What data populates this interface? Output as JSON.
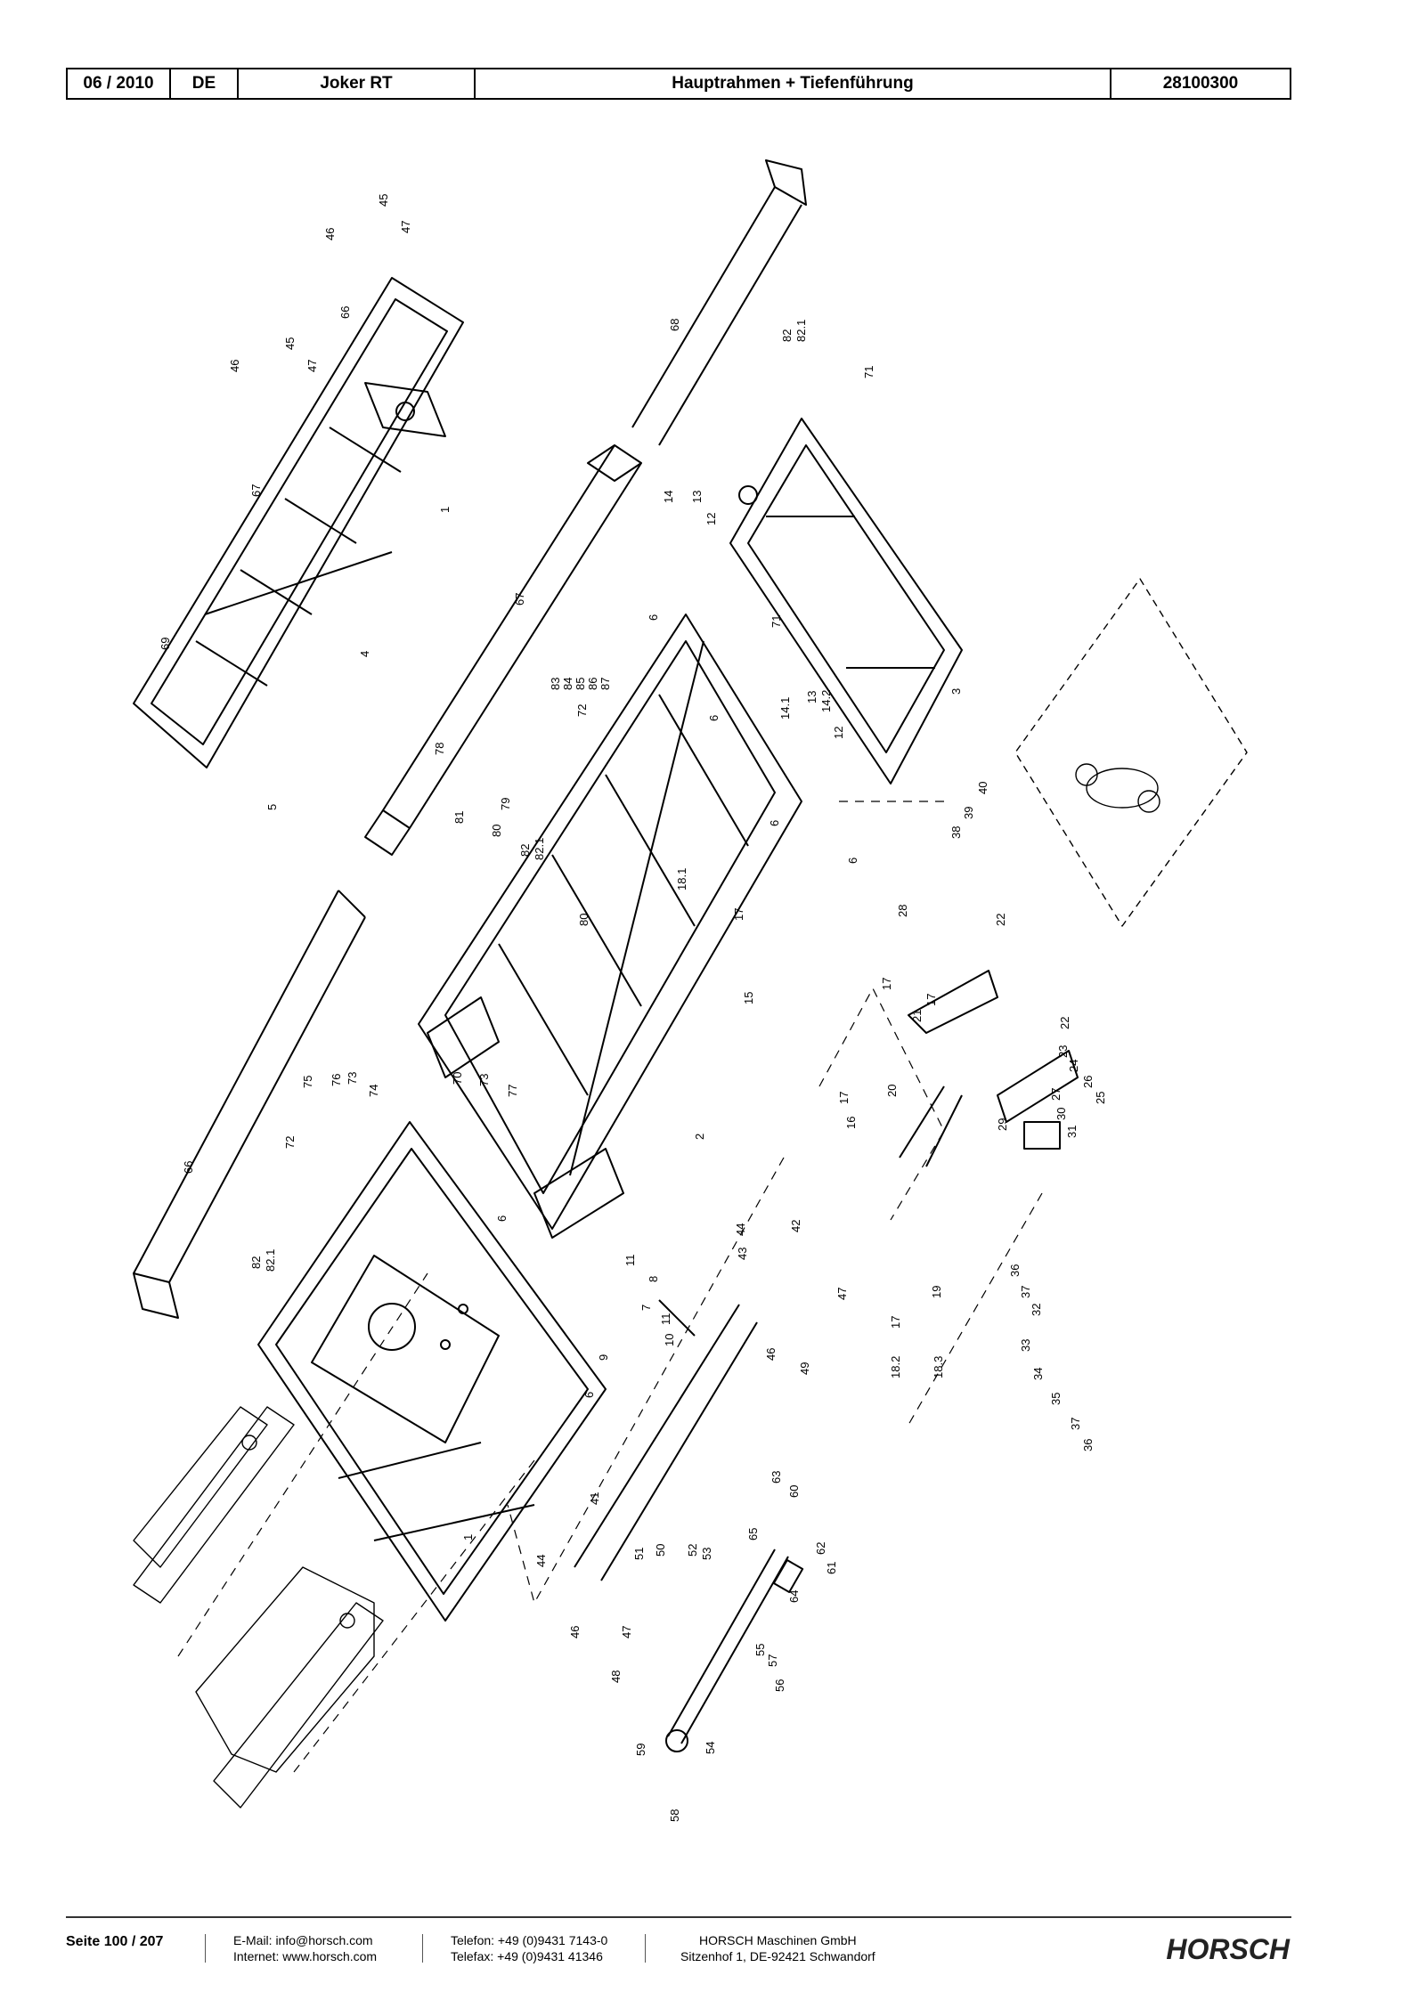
{
  "header": {
    "date": "06 / 2010",
    "lang": "DE",
    "model": "Joker RT",
    "title": "Hauptrahmen + Tiefenführung",
    "number": "28100300"
  },
  "labels": {
    "l45a": "45",
    "l46a": "46",
    "l47a": "47",
    "l66a": "66",
    "l45b": "45",
    "l46b": "46",
    "l47b": "47",
    "l67a": "67",
    "l1a": "1",
    "l4": "4",
    "l69": "69",
    "l5": "5",
    "l68": "68",
    "l82a": "82",
    "l821a": "82.1",
    "l71a": "71",
    "l3": "3",
    "l14": "14",
    "l13a": "13",
    "l12a": "12",
    "l67b": "67",
    "l6a": "6",
    "l71b": "71",
    "l6b": "6",
    "l141": "14.1",
    "l13b": "13",
    "l142": "14.2",
    "l12b": "12",
    "l78": "78",
    "l83": "83",
    "l84": "84",
    "l85": "85",
    "l86": "86",
    "l87": "87",
    "l72a": "72",
    "l81": "81",
    "l80a": "80",
    "l79": "79",
    "l82b": "82",
    "l821b": "82.1",
    "l6c": "6",
    "l6d": "6",
    "l181": "18.1",
    "l80b": "80",
    "l17a": "17",
    "l40": "40",
    "l39": "39",
    "l38": "38",
    "l28": "28",
    "l22a": "22",
    "l17b": "17",
    "l21": "21",
    "l17c": "17",
    "l15": "15",
    "l22b": "22",
    "l23": "23",
    "l24": "24",
    "l26": "26",
    "l25": "25",
    "l27": "27",
    "l30": "30",
    "l31": "31",
    "l29": "29",
    "l17d": "17",
    "l16": "16",
    "l20": "20",
    "l2": "2",
    "l75": "75",
    "l76": "76",
    "l73a": "73",
    "l74": "74",
    "l70": "70",
    "l73b": "73",
    "l77": "77",
    "l66b": "66",
    "l72b": "72",
    "l82c": "82",
    "l821c": "82.1",
    "l6e": "6",
    "l44a": "44",
    "l43": "43",
    "l42": "42",
    "l11a": "11",
    "l8": "8",
    "l7": "7",
    "l11b": "11",
    "l9": "9",
    "l10": "10",
    "l6f": "6",
    "l47c": "47",
    "l46c": "46",
    "l49": "49",
    "l36a": "36",
    "l37a": "37",
    "l32": "32",
    "l19": "19",
    "l17e": "17",
    "l182": "18.2",
    "l183": "18.3",
    "l33": "33",
    "l34": "34",
    "l35": "35",
    "l37b": "37",
    "l36b": "36",
    "l1b": "1",
    "l41": "41",
    "l63": "63",
    "l60": "60",
    "l65": "65",
    "l62": "62",
    "l61": "61",
    "l64": "64",
    "l44b": "44",
    "l51": "51",
    "l50": "50",
    "l52": "52",
    "l53": "53",
    "l46d": "46",
    "l47d": "47",
    "l48": "48",
    "l55": "55",
    "l57": "57",
    "l56": "56",
    "l59": "59",
    "l54": "54",
    "l58": "58"
  },
  "footer": {
    "page": "Seite 100 / 207",
    "email": "E-Mail: info@horsch.com",
    "internet": "Internet: www.horsch.com",
    "phone": "Telefon: +49 (0)9431 7143-0",
    "fax": "Telefax: +49 (0)9431 41346",
    "company": "HORSCH Maschinen GmbH",
    "address": "Sitzenhof 1, DE-92421 Schwandorf",
    "logo": "HORSCH"
  }
}
